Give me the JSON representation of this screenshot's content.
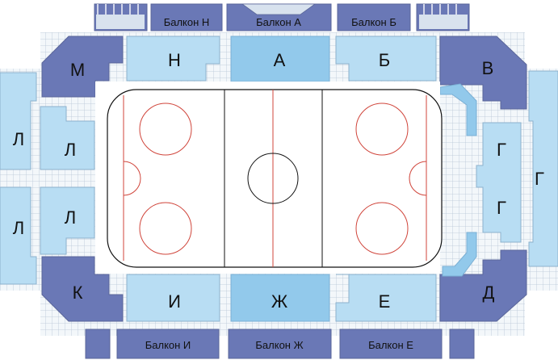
{
  "colors": {
    "dark_blue": "#6A78B6",
    "light_blue": "#B8DDF3",
    "accent_blue": "#92C9EB",
    "grid_fill": "#F3F7FA",
    "grid_line": "#B7C6D6",
    "rink_line": "#111111",
    "red_line": "#D0453B",
    "stroke": "#6F7F95"
  },
  "sectors": {
    "A": "А",
    "B": "Б",
    "V": "В",
    "G_left": "Г",
    "G_mid": "Г",
    "G_right": "Г",
    "D": "Д",
    "E": "Е",
    "Zh": "Ж",
    "I": "И",
    "K": "К",
    "L1": "Л",
    "L2": "Л",
    "L3": "Л",
    "L4": "Л",
    "M": "М",
    "N": "Н"
  },
  "balconies": {
    "N": "Балкон Н",
    "A": "Балкон А",
    "B": "Балкон Б",
    "I": "Балкон И",
    "Zh": "Балкон Ж",
    "E": "Балкон Е"
  }
}
